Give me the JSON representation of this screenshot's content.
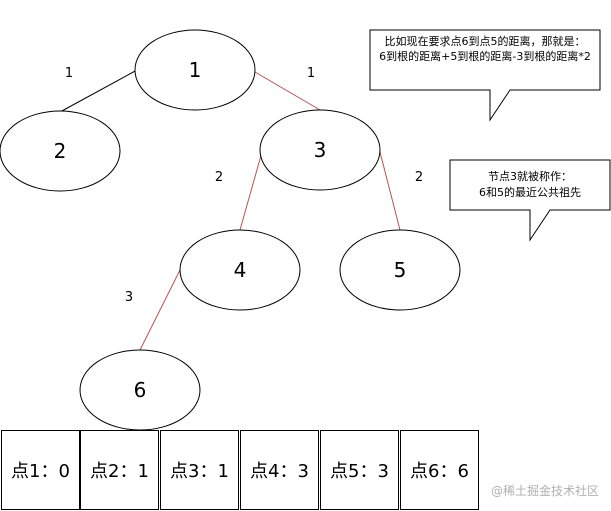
{
  "nodes": [
    "1",
    "2",
    "3",
    "4",
    "5",
    "6"
  ],
  "edge_labels": [
    "1",
    "1",
    "2",
    "2",
    "3"
  ],
  "colors": {
    "black_edge": "#000000",
    "red_edge": "#b85450"
  },
  "callouts": [
    {
      "lines": [
        "比如现在要求点6到点5的距离，那就是：",
        "6到根的距离+5到根的距离-3到根的距离*2"
      ]
    },
    {
      "lines": [
        "节点3就被称作：",
        "6和5的最近公共祖先"
      ]
    }
  ],
  "table": [
    "点1：0",
    "点2：1",
    "点3：1",
    "点4：3",
    "点5：3",
    "点6：6"
  ],
  "watermark": "@稀土掘金技术社区"
}
